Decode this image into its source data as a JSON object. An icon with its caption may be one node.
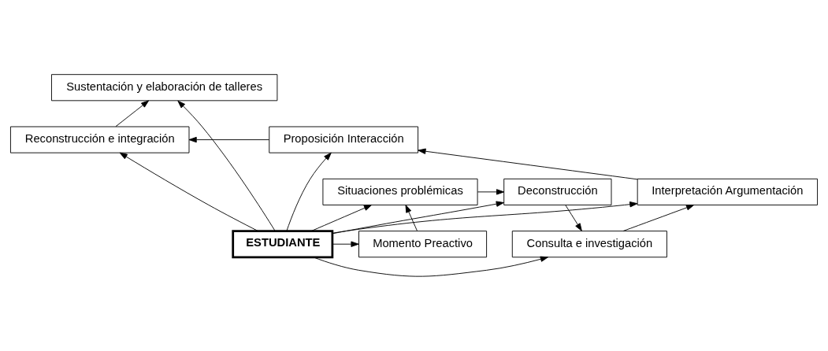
{
  "diagram": {
    "nodes": [
      {
        "text": [
          "Proposición Interacción"
        ]
      },
      {
        "text": [
          "Reconstrucción e integración"
        ]
      },
      {
        "text": [
          "Interpretación Argumentación"
        ]
      },
      {
        "text": [
          "Sustentación y elaboración de talleres"
        ]
      },
      {
        "text": [
          "Consulta e investigación"
        ]
      },
      {
        "text": [
          "Momento Preactivo"
        ]
      },
      {
        "text": [
          "ESTUDIANTE"
        ]
      },
      {
        "text": [
          "Situaciones problémicas"
        ]
      },
      {
        "text": [
          "Deconstrucción"
        ]
      }
    ],
    "edges": [
      {
        "from": 6,
        "to": 0,
        "arrow": "to"
      },
      {
        "from": 6,
        "to": 2,
        "arrow": "to"
      },
      {
        "from": 6,
        "to": 1,
        "arrow": "to"
      },
      {
        "from": 6,
        "to": 3,
        "arrow": "to"
      },
      {
        "from": 6,
        "to": 5,
        "arrow": "to"
      },
      {
        "from": 6,
        "to": 4,
        "arrow": "to"
      },
      {
        "from": 6,
        "to": 7,
        "arrow": "to"
      },
      {
        "from": 6,
        "to": 8,
        "arrow": "to"
      },
      {
        "from": 5,
        "to": 7,
        "arrow": "to"
      },
      {
        "from": 7,
        "to": 8,
        "arrow": "to"
      },
      {
        "from": 8,
        "to": 4,
        "arrow": "to"
      },
      {
        "from": 4,
        "to": 2,
        "arrow": "to"
      },
      {
        "from": 2,
        "to": 0,
        "arrow": "to"
      },
      {
        "from": 0,
        "to": 1,
        "arrow": "to"
      },
      {
        "from": 1,
        "to": 3,
        "arrow": "to"
      }
    ]
  }
}
